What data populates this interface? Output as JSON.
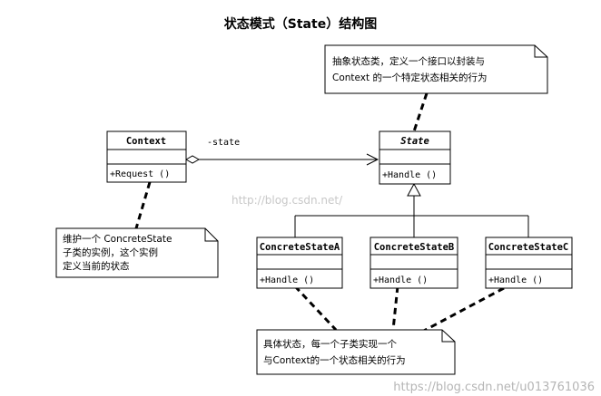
{
  "title": "状态模式（State）结构图",
  "classes": {
    "context": {
      "name": "Context",
      "operation": "+Request ()"
    },
    "state": {
      "name": "State",
      "operation": "+Handle ()"
    },
    "concrete_a": {
      "name": "ConcreteStateA",
      "operation": "+Handle ()"
    },
    "concrete_b": {
      "name": "ConcreteStateB",
      "operation": "+Handle ()"
    },
    "concrete_c": {
      "name": "ConcreteStateC",
      "operation": "+Handle ()"
    }
  },
  "association": {
    "role_label": "-state"
  },
  "notes": {
    "state_note": {
      "lines": [
        "抽象状态类，定义一个接口以封装与",
        "Context 的一个特定状态相关的行为"
      ]
    },
    "context_note": {
      "lines": [
        "维护一个 ConcreteState",
        "子类的实例，这个实例",
        "定义当前的状态"
      ]
    },
    "concrete_note": {
      "lines": [
        "具体状态，每一个子类实现一个",
        "与Context的一个状态相关的行为"
      ]
    }
  },
  "watermarks": {
    "center": "http://blog.csdn.net/",
    "bottom_right": "https://blog.csdn.net/u013761036"
  }
}
